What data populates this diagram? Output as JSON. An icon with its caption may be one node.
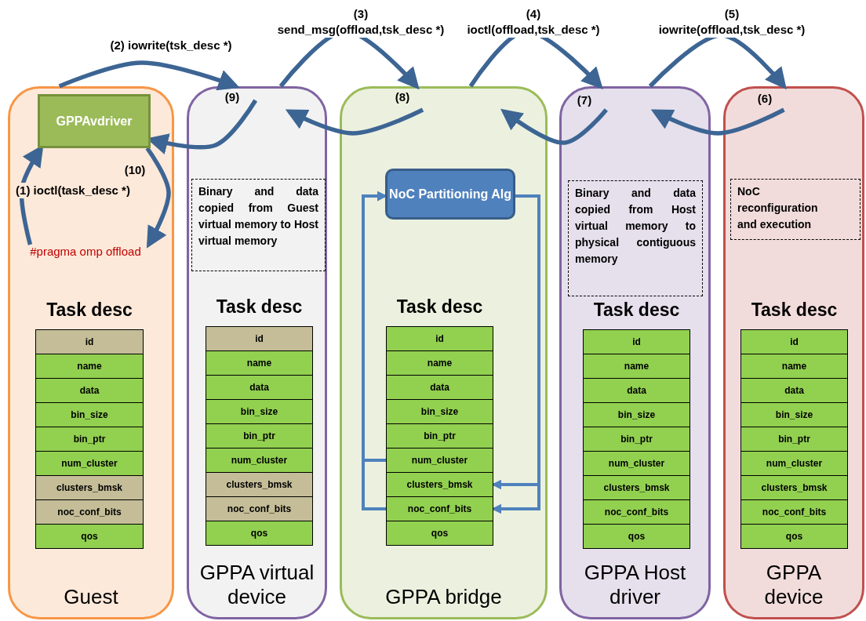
{
  "diagram": {
    "nodes": [
      {
        "text": [
          "Guest"
        ]
      },
      {
        "text": [
          "GPPAvdriver"
        ],
        "in": 0
      },
      {
        "text": [
          "#pragma omp offload"
        ],
        "in": 0
      },
      {
        "text": [
          "Task desc"
        ],
        "in": 0
      },
      {
        "text": [
          "id"
        ],
        "in": 3
      },
      {
        "text": [
          "name"
        ],
        "in": 3
      },
      {
        "text": [
          "data"
        ],
        "in": 3
      },
      {
        "text": [
          "bin_size"
        ],
        "in": 3
      },
      {
        "text": [
          "bin_ptr"
        ],
        "in": 3
      },
      {
        "text": [
          "num_cluster"
        ],
        "in": 3
      },
      {
        "text": [
          "clusters_bmsk"
        ],
        "in": 3
      },
      {
        "text": [
          "noc_conf_bits"
        ],
        "in": 3
      },
      {
        "text": [
          "qos"
        ],
        "in": 3
      },
      {
        "text": [
          "GPPA virtual device"
        ]
      },
      {
        "text": [
          "Binary and data copied from Guest virtual memory to Host virtual memory"
        ],
        "in": 13
      },
      {
        "text": [
          "Task desc"
        ],
        "in": 13
      },
      {
        "text": [
          "id"
        ],
        "in": 15
      },
      {
        "text": [
          "name"
        ],
        "in": 15
      },
      {
        "text": [
          "data"
        ],
        "in": 15
      },
      {
        "text": [
          "bin_size"
        ],
        "in": 15
      },
      {
        "text": [
          "bin_ptr"
        ],
        "in": 15
      },
      {
        "text": [
          "num_cluster"
        ],
        "in": 15
      },
      {
        "text": [
          "clusters_bmsk"
        ],
        "in": 15
      },
      {
        "text": [
          "noc_conf_bits"
        ],
        "in": 15
      },
      {
        "text": [
          "qos"
        ],
        "in": 15
      },
      {
        "text": [
          "GPPA bridge"
        ]
      },
      {
        "text": [
          "NoC Partitioning Alg"
        ],
        "in": 25
      },
      {
        "text": [
          "Task desc"
        ],
        "in": 25
      },
      {
        "text": [
          "id"
        ],
        "in": 27
      },
      {
        "text": [
          "name"
        ],
        "in": 27
      },
      {
        "text": [
          "data"
        ],
        "in": 27
      },
      {
        "text": [
          "bin_size"
        ],
        "in": 27
      },
      {
        "text": [
          "bin_ptr"
        ],
        "in": 27
      },
      {
        "text": [
          "num_cluster"
        ],
        "in": 27
      },
      {
        "text": [
          "clusters_bmsk"
        ],
        "in": 27
      },
      {
        "text": [
          "noc_conf_bits"
        ],
        "in": 27
      },
      {
        "text": [
          "qos"
        ],
        "in": 27
      },
      {
        "text": [
          "GPPA Host driver"
        ]
      },
      {
        "text": [
          "Binary and data copied from Host virtual memory to physical contiguous memory"
        ],
        "in": 37
      },
      {
        "text": [
          "Task desc"
        ],
        "in": 37
      },
      {
        "text": [
          "id"
        ],
        "in": 39
      },
      {
        "text": [
          "name"
        ],
        "in": 39
      },
      {
        "text": [
          "data"
        ],
        "in": 39
      },
      {
        "text": [
          "bin_size"
        ],
        "in": 39
      },
      {
        "text": [
          "bin_ptr"
        ],
        "in": 39
      },
      {
        "text": [
          "num_cluster"
        ],
        "in": 39
      },
      {
        "text": [
          "clusters_bmsk"
        ],
        "in": 39
      },
      {
        "text": [
          "noc_conf_bits"
        ],
        "in": 39
      },
      {
        "text": [
          "qos"
        ],
        "in": 39
      },
      {
        "text": [
          "GPPA device"
        ]
      },
      {
        "text": [
          "NoC reconfiguration and execution"
        ],
        "in": 49
      },
      {
        "text": [
          "Task desc"
        ],
        "in": 49
      },
      {
        "text": [
          "id"
        ],
        "in": 51
      },
      {
        "text": [
          "name"
        ],
        "in": 51
      },
      {
        "text": [
          "data"
        ],
        "in": 51
      },
      {
        "text": [
          "bin_size"
        ],
        "in": 51
      },
      {
        "text": [
          "bin_ptr"
        ],
        "in": 51
      },
      {
        "text": [
          "num_cluster"
        ],
        "in": 51
      },
      {
        "text": [
          "clusters_bmsk"
        ],
        "in": 51
      },
      {
        "text": [
          "noc_conf_bits"
        ],
        "in": 51
      },
      {
        "text": [
          "qos"
        ],
        "in": 51
      }
    ],
    "edges": [
      {
        "from": 2,
        "to": 1,
        "arrow": "to",
        "label": "(1) ioctl(task_desc *)"
      },
      {
        "from": 0,
        "to": 13,
        "arrow": "to",
        "label": "(2) iowrite(tsk_desc *)"
      },
      {
        "from": 13,
        "to": 25,
        "arrow": "to",
        "label": "(3) send_msg(offload,tsk_desc *)"
      },
      {
        "from": 25,
        "to": 37,
        "arrow": "to",
        "label": "(4) ioctl(offload,tsk_desc *)"
      },
      {
        "from": 37,
        "to": 49,
        "arrow": "to",
        "label": "(5) iowrite(offload,tsk_desc *)"
      },
      {
        "from": 49,
        "to": 37,
        "arrow": "to",
        "label": "(6)"
      },
      {
        "from": 37,
        "to": 25,
        "arrow": "to",
        "label": "(7)"
      },
      {
        "from": 25,
        "to": 13,
        "arrow": "to",
        "label": "(8)"
      },
      {
        "from": 13,
        "to": 1,
        "arrow": "to",
        "label": "(9)"
      },
      {
        "from": 1,
        "to": 2,
        "arrow": "to",
        "label": "(10)"
      },
      {
        "from": 33,
        "to": 26,
        "arrow": "to",
        "color": "#4f81bd"
      },
      {
        "from": 35,
        "to": 26,
        "arrow": "to",
        "color": "#4f81bd"
      },
      {
        "from": 26,
        "to": 34,
        "arrow": "to",
        "color": "#4f81bd"
      },
      {
        "from": 26,
        "to": 35,
        "arrow": "to",
        "color": "#4f81bd"
      }
    ]
  }
}
